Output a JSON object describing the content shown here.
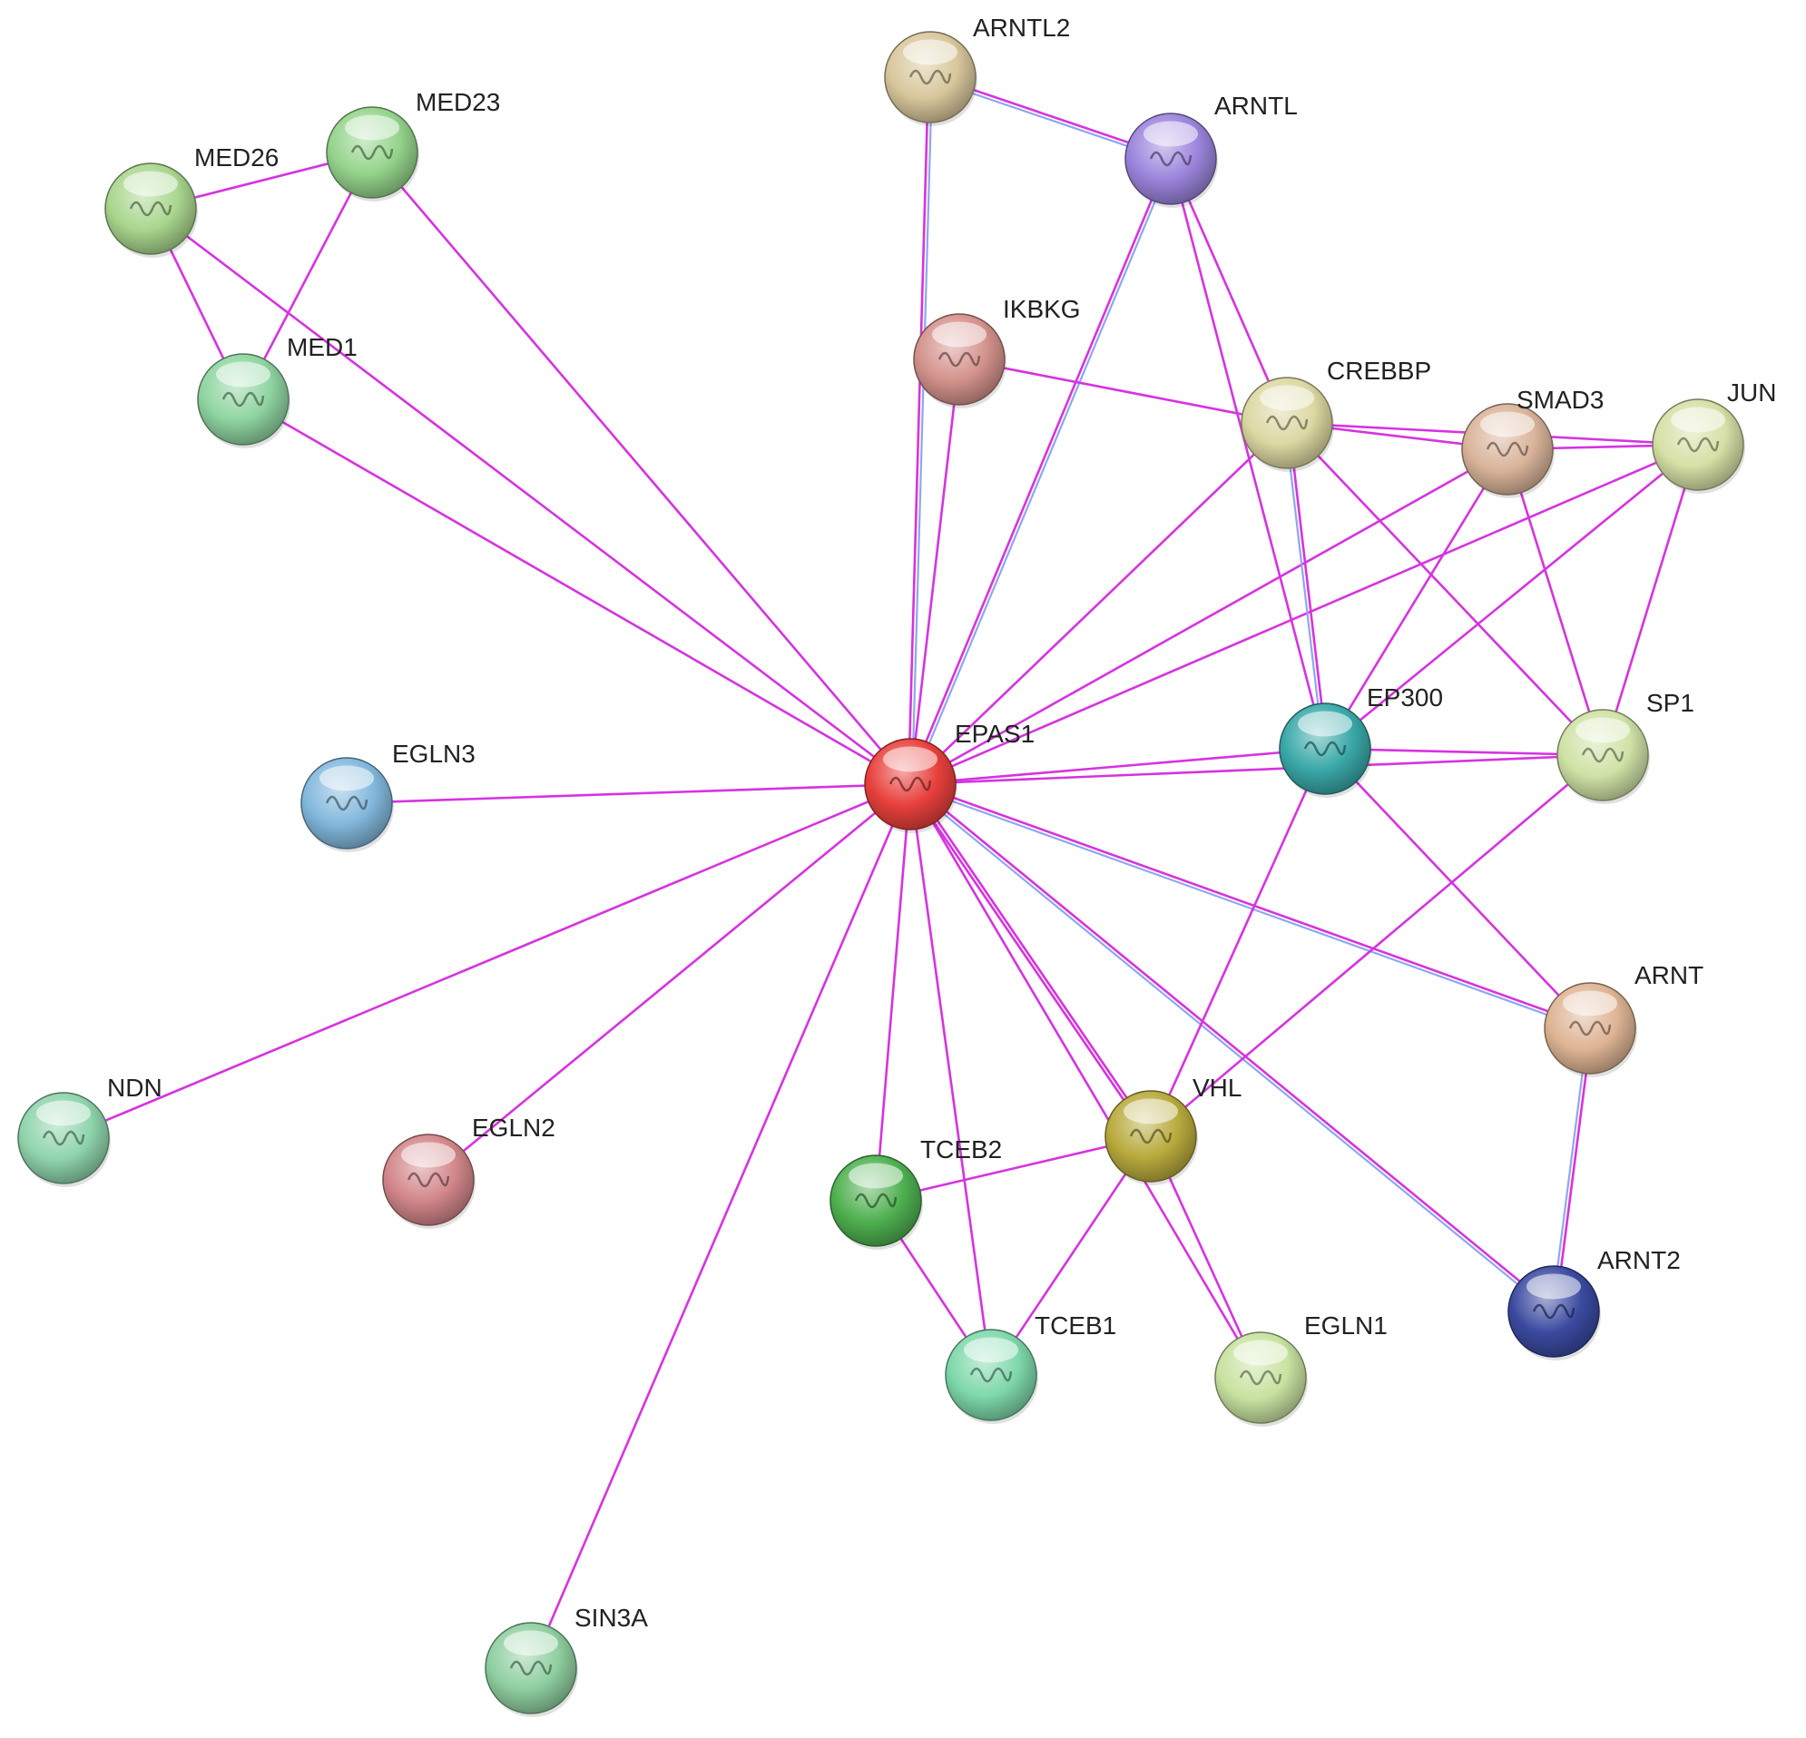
{
  "network": {
    "nodes": [
      {
        "id": "EPAS1",
        "label": "EPAS1",
        "color": "#e8403c"
      },
      {
        "id": "ARNTL2",
        "label": "ARNTL2",
        "color": "#d8c79c"
      },
      {
        "id": "ARNTL",
        "label": "ARNTL",
        "color": "#9b84dc"
      },
      {
        "id": "MED23",
        "label": "MED23",
        "color": "#95d48c"
      },
      {
        "id": "MED26",
        "label": "MED26",
        "color": "#a9d68e"
      },
      {
        "id": "MED1",
        "label": "MED1",
        "color": "#8fd4a0"
      },
      {
        "id": "IKBKG",
        "label": "IKBKG",
        "color": "#d4928c"
      },
      {
        "id": "CREBBP",
        "label": "CREBBP",
        "color": "#dcd8a2"
      },
      {
        "id": "SMAD3",
        "label": "SMAD3",
        "color": "#d9b49a"
      },
      {
        "id": "JUN",
        "label": "JUN",
        "color": "#d6e0a6"
      },
      {
        "id": "EP300",
        "label": "EP300",
        "color": "#3aa8a8"
      },
      {
        "id": "SP1",
        "label": "SP1",
        "color": "#cfe2a6"
      },
      {
        "id": "EGLN3",
        "label": "EGLN3",
        "color": "#82b8dc"
      },
      {
        "id": "NDN",
        "label": "NDN",
        "color": "#8fd4ac"
      },
      {
        "id": "EGLN2",
        "label": "EGLN2",
        "color": "#d2868a"
      },
      {
        "id": "TCEB2",
        "label": "TCEB2",
        "color": "#4fb050"
      },
      {
        "id": "VHL",
        "label": "VHL",
        "color": "#b8aa3c"
      },
      {
        "id": "ARNT",
        "label": "ARNT",
        "color": "#deb494"
      },
      {
        "id": "TCEB1",
        "label": "TCEB1",
        "color": "#7ed8aa"
      },
      {
        "id": "EGLN1",
        "label": "EGLN1",
        "color": "#c8e2a0"
      },
      {
        "id": "ARNT2",
        "label": "ARNT2",
        "color": "#3b4aa0"
      },
      {
        "id": "SIN3A",
        "label": "SIN3A",
        "color": "#8fcfa0"
      }
    ],
    "edges": [
      {
        "source": "EPAS1",
        "target": "MED23",
        "types": [
          "pink"
        ]
      },
      {
        "source": "EPAS1",
        "target": "MED26",
        "types": [
          "pink"
        ]
      },
      {
        "source": "EPAS1",
        "target": "MED1",
        "types": [
          "pink"
        ]
      },
      {
        "source": "EPAS1",
        "target": "ARNTL2",
        "types": [
          "pink",
          "blue"
        ]
      },
      {
        "source": "EPAS1",
        "target": "IKBKG",
        "types": [
          "pink"
        ]
      },
      {
        "source": "EPAS1",
        "target": "ARNTL",
        "types": [
          "pink",
          "blue"
        ]
      },
      {
        "source": "EPAS1",
        "target": "CREBBP",
        "types": [
          "pink"
        ]
      },
      {
        "source": "EPAS1",
        "target": "SMAD3",
        "types": [
          "pink"
        ]
      },
      {
        "source": "EPAS1",
        "target": "JUN",
        "types": [
          "pink"
        ]
      },
      {
        "source": "EPAS1",
        "target": "EP300",
        "types": [
          "pink"
        ]
      },
      {
        "source": "EPAS1",
        "target": "SP1",
        "types": [
          "pink"
        ]
      },
      {
        "source": "EPAS1",
        "target": "EGLN3",
        "types": [
          "pink"
        ]
      },
      {
        "source": "EPAS1",
        "target": "NDN",
        "types": [
          "pink"
        ]
      },
      {
        "source": "EPAS1",
        "target": "EGLN2",
        "types": [
          "pink"
        ]
      },
      {
        "source": "EPAS1",
        "target": "SIN3A",
        "types": [
          "pink"
        ]
      },
      {
        "source": "EPAS1",
        "target": "TCEB2",
        "types": [
          "pink"
        ]
      },
      {
        "source": "EPAS1",
        "target": "TCEB1",
        "types": [
          "pink"
        ]
      },
      {
        "source": "EPAS1",
        "target": "VHL",
        "types": [
          "pink",
          "pink"
        ]
      },
      {
        "source": "EPAS1",
        "target": "EGLN1",
        "types": [
          "pink"
        ]
      },
      {
        "source": "EPAS1",
        "target": "ARNT",
        "types": [
          "pink",
          "blue"
        ]
      },
      {
        "source": "EPAS1",
        "target": "ARNT2",
        "types": [
          "pink",
          "blue"
        ]
      },
      {
        "source": "MED26",
        "target": "MED23",
        "types": [
          "pink"
        ]
      },
      {
        "source": "MED26",
        "target": "MED1",
        "types": [
          "pink"
        ]
      },
      {
        "source": "MED23",
        "target": "MED1",
        "types": [
          "pink"
        ]
      },
      {
        "source": "ARNTL2",
        "target": "ARNTL",
        "types": [
          "pink",
          "blue"
        ]
      },
      {
        "source": "ARNTL",
        "target": "CREBBP",
        "types": [
          "pink"
        ]
      },
      {
        "source": "ARNTL",
        "target": "EP300",
        "types": [
          "pink"
        ]
      },
      {
        "source": "IKBKG",
        "target": "CREBBP",
        "types": [
          "pink"
        ]
      },
      {
        "source": "CREBBP",
        "target": "SMAD3",
        "types": [
          "pink"
        ]
      },
      {
        "source": "CREBBP",
        "target": "JUN",
        "types": [
          "pink"
        ]
      },
      {
        "source": "CREBBP",
        "target": "EP300",
        "types": [
          "pink",
          "blue"
        ]
      },
      {
        "source": "CREBBP",
        "target": "SP1",
        "types": [
          "pink"
        ]
      },
      {
        "source": "SMAD3",
        "target": "JUN",
        "types": [
          "pink"
        ]
      },
      {
        "source": "SMAD3",
        "target": "EP300",
        "types": [
          "pink"
        ]
      },
      {
        "source": "SMAD3",
        "target": "SP1",
        "types": [
          "pink"
        ]
      },
      {
        "source": "JUN",
        "target": "EP300",
        "types": [
          "pink"
        ]
      },
      {
        "source": "JUN",
        "target": "SP1",
        "types": [
          "pink"
        ]
      },
      {
        "source": "EP300",
        "target": "SP1",
        "types": [
          "pink"
        ]
      },
      {
        "source": "EP300",
        "target": "VHL",
        "types": [
          "pink"
        ]
      },
      {
        "source": "EP300",
        "target": "ARNT",
        "types": [
          "pink"
        ]
      },
      {
        "source": "SP1",
        "target": "VHL",
        "types": [
          "pink"
        ]
      },
      {
        "source": "VHL",
        "target": "TCEB2",
        "types": [
          "pink"
        ]
      },
      {
        "source": "VHL",
        "target": "TCEB1",
        "types": [
          "pink"
        ]
      },
      {
        "source": "VHL",
        "target": "EGLN1",
        "types": [
          "pink"
        ]
      },
      {
        "source": "TCEB2",
        "target": "TCEB1",
        "types": [
          "pink"
        ]
      },
      {
        "source": "ARNT",
        "target": "ARNT2",
        "types": [
          "pink",
          "blue"
        ]
      }
    ]
  }
}
